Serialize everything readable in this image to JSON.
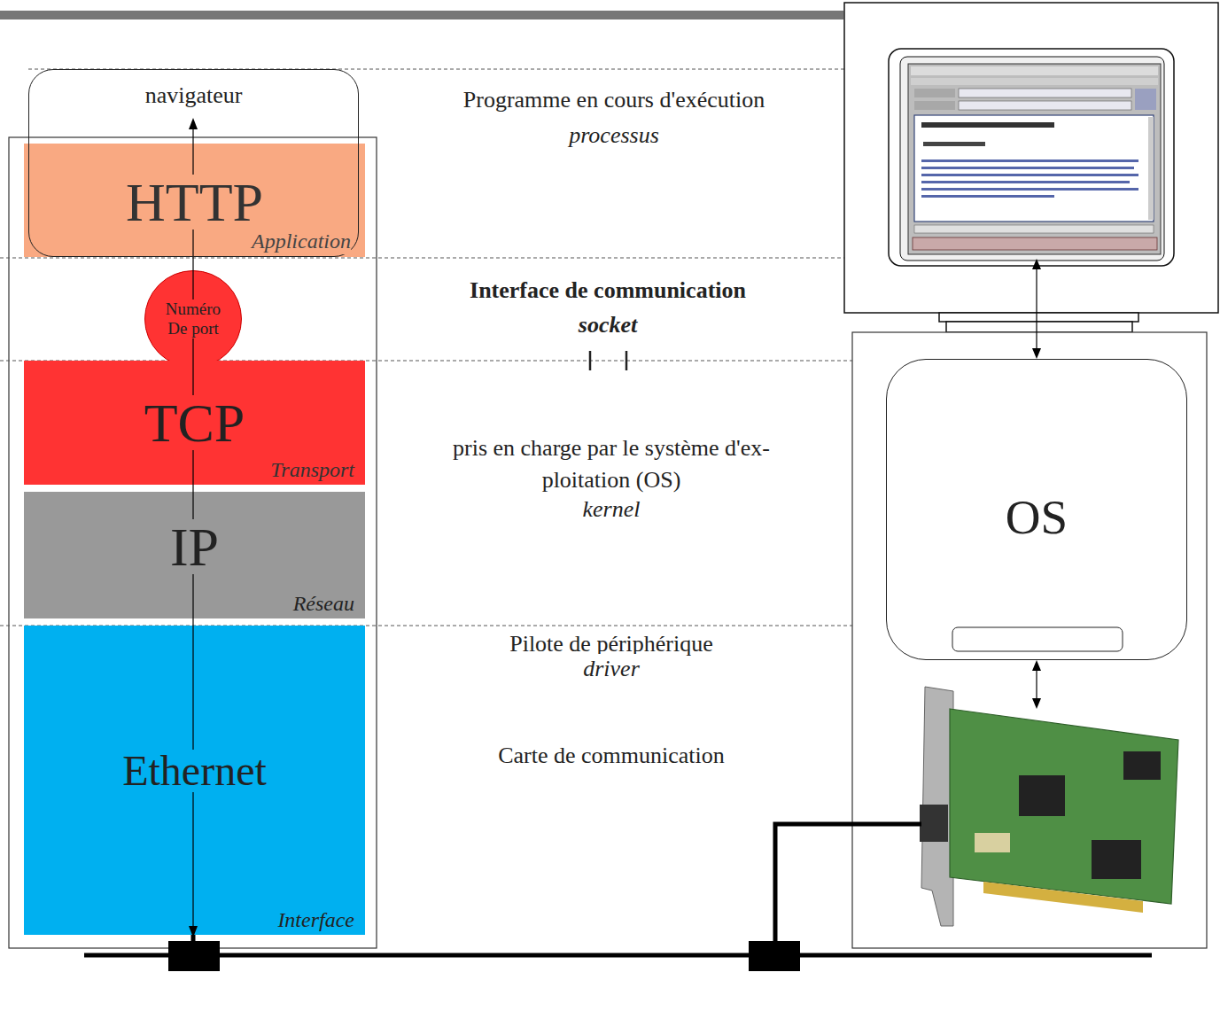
{
  "diagram": {
    "nodes": [
      {
        "text": [
          "navigateur"
        ]
      },
      {
        "text": [
          "HTTP",
          "Application"
        ]
      },
      {
        "text": [
          "Numéro De port"
        ]
      },
      {
        "text": [
          "TCP",
          "Transport"
        ]
      },
      {
        "text": [
          "IP",
          "Réseau"
        ]
      },
      {
        "text": [
          "Ethernet",
          "Interface"
        ]
      },
      {
        "text": [
          "OS"
        ]
      }
    ],
    "labels": [
      "Programme en cours d'exécution",
      "processus",
      "Interface de communication",
      "socket",
      "pris en charge par le système d'ex- ploitation (OS)",
      "kernel",
      "Pilote de périphérique",
      "driver",
      "Carte de communication"
    ]
  }
}
